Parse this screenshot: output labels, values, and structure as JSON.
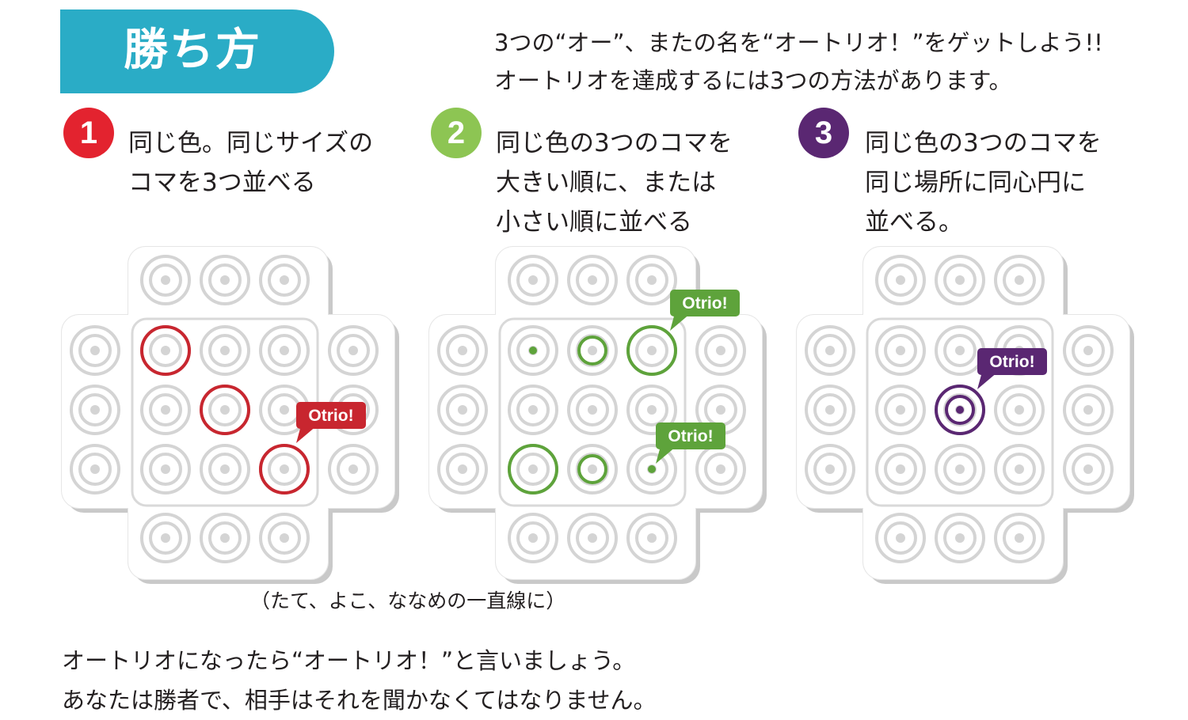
{
  "header": {
    "title": "勝ち方",
    "accent_color": "#2aacc6"
  },
  "intro": {
    "lines": [
      "3つの“オー”、またの名を“オートリオ！”をゲットしよう!!",
      "オートリオを達成するには3つの方法があります。"
    ]
  },
  "steps": [
    {
      "number": "1",
      "color": "#e3232f",
      "lines": [
        "同じ色。同じサイズの",
        "コマを3つ並べる"
      ],
      "badges": [
        "Otrio!"
      ]
    },
    {
      "number": "2",
      "color": "#8dc553",
      "lines": [
        "同じ色の3つのコマを",
        "大きい順に、または",
        "小さい順に並べる"
      ],
      "badges": [
        "Otrio!",
        "Otrio!"
      ]
    },
    {
      "number": "3",
      "color": "#5a2772",
      "lines": [
        "同じ色の3つのコマを",
        "同じ場所に同心円に",
        "並べる。"
      ],
      "badges": [
        "Otrio!"
      ]
    }
  ],
  "piece_colors": {
    "red": "#c8262f",
    "green": "#5ea33b",
    "purple": "#5a2772",
    "empty_ring": "#d4d4d4"
  },
  "caption": "（たて、よこ、ななめの一直線に）",
  "outro": {
    "lines": [
      "オートリオになったら“オートリオ！”と言いましょう。",
      "あなたは勝者で、相手はそれを聞かなくてはなりません。"
    ]
  }
}
